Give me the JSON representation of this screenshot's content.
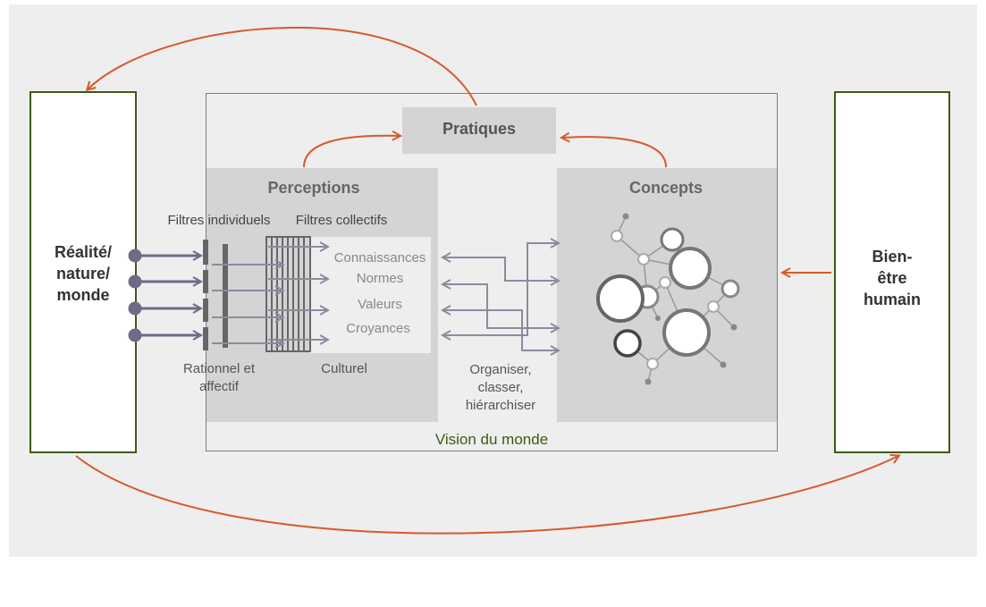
{
  "colors": {
    "orange_arrow": "#d65a2b",
    "purple_arrow": "#8e8a9e",
    "dark_green": "#3e5a14",
    "vision_border": "#7c7a8e"
  },
  "left_box": {
    "label": "Réalité/\nnature/\nmonde"
  },
  "right_box": {
    "label": "Bien-\nêtre\nhumain"
  },
  "vision": {
    "label": "Vision du monde"
  },
  "pratiques": {
    "label": "Pratiques"
  },
  "perceptions": {
    "title": "Perceptions",
    "filters_individual": "Filtres individuels",
    "filters_collective": "Filtres collectifs",
    "items": [
      "Connaissances",
      "Normes",
      "Valeurs",
      "Croyances"
    ],
    "rational_label": "Rationnel et\naffectif",
    "cultural_label": "Culturel"
  },
  "concepts": {
    "title": "Concepts"
  },
  "organize": {
    "label": "Organiser,\nclasser,\nhiérarchiser"
  }
}
